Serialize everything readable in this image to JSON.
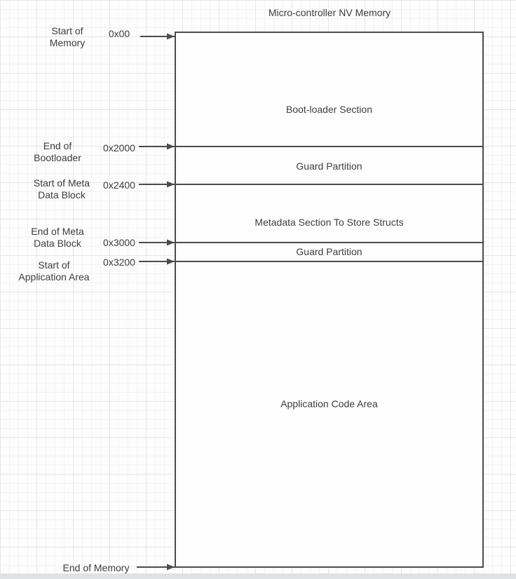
{
  "app": {
    "title": "Micro-controller NV Memory"
  },
  "colors": {
    "line": "#4b4b4b",
    "text": "#3d3d3d",
    "box_fill": "#fefefe",
    "grid_minor": "#f5f3f2",
    "grid_major": "#e9e6e4",
    "canvas_edge_strip": "#dfe2e5"
  },
  "memory_map": {
    "sections": [
      {
        "label": "Boot-loader Section"
      },
      {
        "label": "Guard Partition"
      },
      {
        "label": "Metadata Section To Store Structs"
      },
      {
        "label": "Guard Partition"
      },
      {
        "label": "Application Code Area"
      }
    ],
    "markers": [
      {
        "label": "Start of\nMemory",
        "address": "0x00"
      },
      {
        "label": "End of\nBootloader",
        "address": "0x2000"
      },
      {
        "label": "Start of Meta\nData Block",
        "address": "0x2400"
      },
      {
        "label": "End of Meta\nData Block",
        "address": "0x3000"
      },
      {
        "label": "Start of\nApplication Area",
        "address": "0x3200"
      },
      {
        "label": "End of Memory"
      }
    ]
  }
}
